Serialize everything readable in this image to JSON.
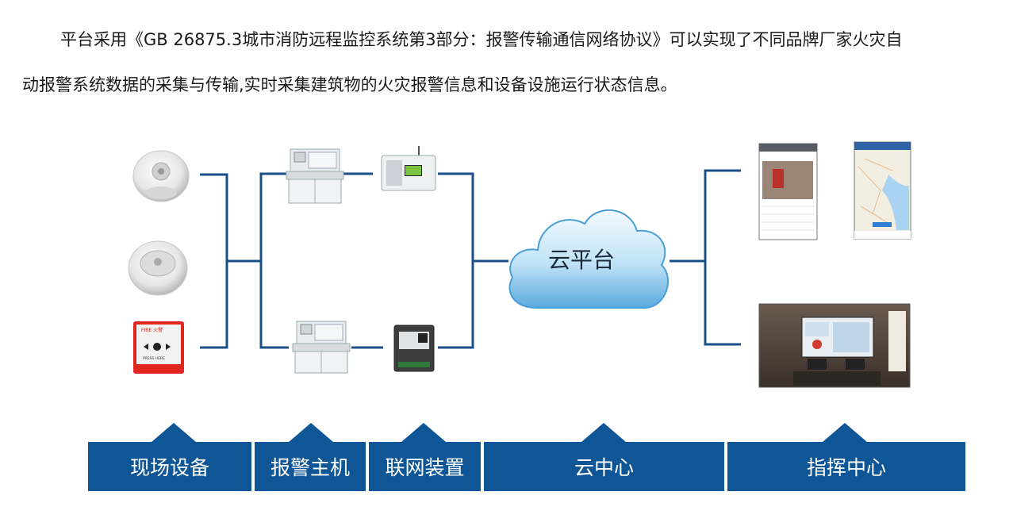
{
  "intro": {
    "line1": "平台采用《GB 26875.3城市消防远程监控系统第3部分：报警传输通信网络协议》可以实现了不同品牌厂家火灾自",
    "line2": "动报警系统数据的采集与传输,实时采集建筑物的火灾报警信息和设备设施运行状态信息。"
  },
  "cloud": {
    "label": "云平台"
  },
  "bottom_bar": {
    "items": [
      "现场设备",
      "报警主机",
      "联网装置",
      "云中心",
      "指挥中心"
    ]
  },
  "device_labels": {
    "fire_button": "FIRE 火警",
    "press_here": "PRESS HERE"
  },
  "colors": {
    "line": "#1b4f8a",
    "bar": "#0f5697",
    "cloud": "#4a9fd8"
  }
}
